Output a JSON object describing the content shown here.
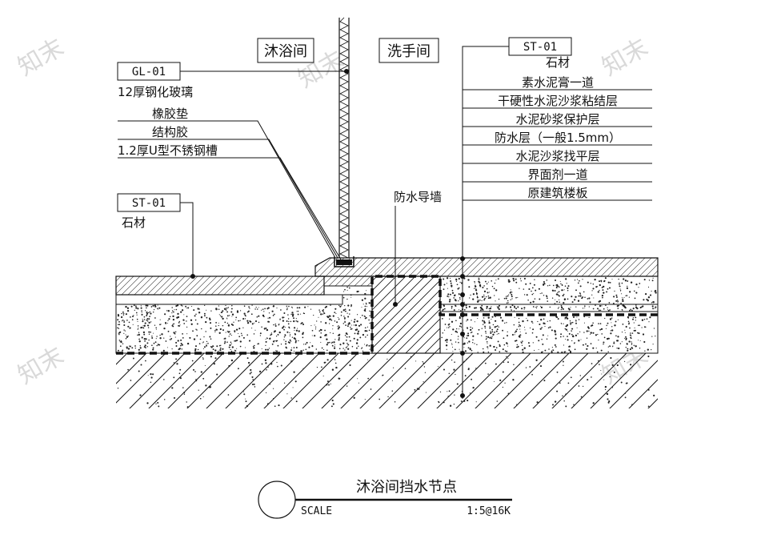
{
  "watermark": "知末",
  "rooms": {
    "left": "沐浴间",
    "right": "洗手间"
  },
  "left_callouts": {
    "gl_tag": "GL-01",
    "gl_desc": "12厚钢化玻璃",
    "layers": [
      "橡胶垫",
      "结构胶",
      "1.2厚U型不锈钢槽"
    ],
    "st_tag": "ST-01",
    "st_desc": "石材"
  },
  "right_callouts": {
    "st_tag": "ST-01",
    "layers": [
      "石材",
      "素水泥膏一道",
      "干硬性水泥沙浆粘结层",
      "水泥砂浆保护层",
      "防水层（一般1.5mm）",
      "水泥沙浆找平层",
      "界面剂一道",
      "原建筑楼板"
    ]
  },
  "center_label": "防水导墙",
  "title_block": {
    "title": "沐浴间挡水节点",
    "scale_label": "SCALE",
    "scale_value": "1:5@16K"
  },
  "colors": {
    "line": "#111111",
    "watermark": "#d9d9d9"
  }
}
